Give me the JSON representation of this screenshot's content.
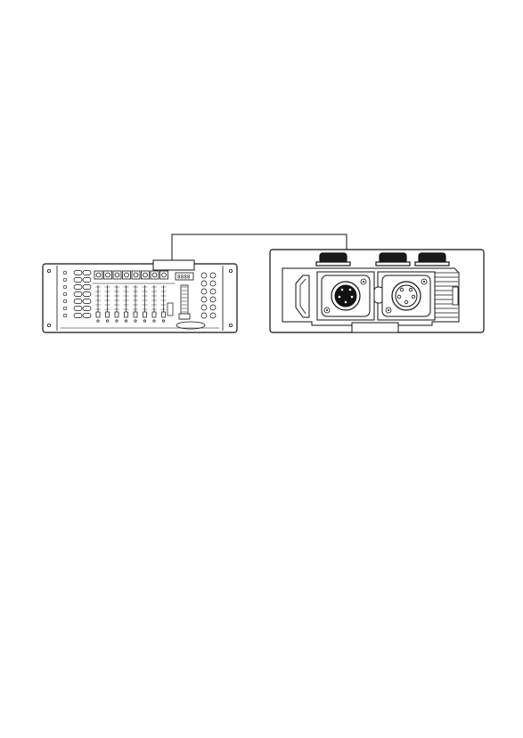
{
  "diagram": {
    "controller": {
      "display_text": "8888",
      "fader_count": 8,
      "scene_button_count": 8
    },
    "fixture": {
      "connectors": [
        "dmx-in-connector",
        "dmx-out-connector"
      ]
    },
    "colors": {
      "line": "#111111",
      "fill": "#ffffff",
      "knob": "#1a1a1a"
    }
  }
}
